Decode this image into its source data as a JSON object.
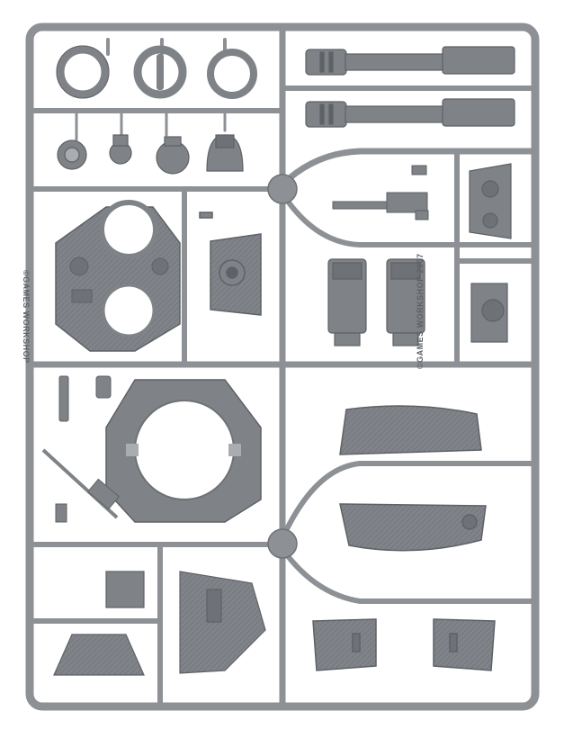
{
  "image": {
    "subject": "plastic model kit sprue",
    "colors": {
      "background": "#ffffff",
      "frame": "#8d9195",
      "frame_light": "#b4b8bc",
      "frame_dark": "#6e7276",
      "part": "#7f8387",
      "part_dark": "#5e6266",
      "part_light": "#a9adb1"
    }
  },
  "embossed_text": {
    "copyright_right": "©GAMES WORKSHOP 2007",
    "copyright_left": "©GAMES WORKSHOP"
  }
}
